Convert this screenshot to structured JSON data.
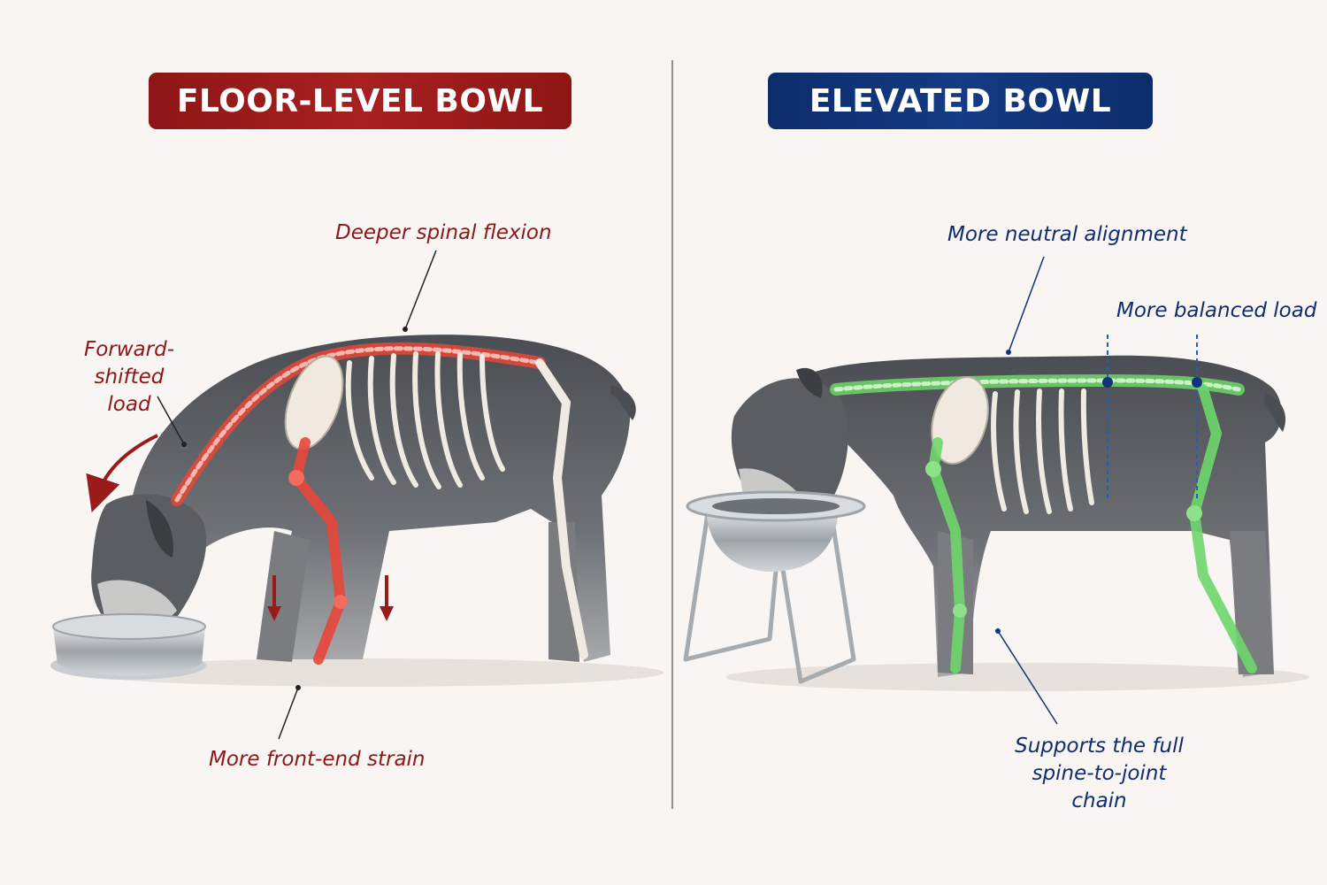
{
  "left_panel": {
    "title": "FLOOR-LEVEL BOWL",
    "accent": "#9a1b1b",
    "highlight": "#e8463a",
    "callouts": {
      "spinal": "Deeper spinal flexion",
      "load_line1": "Forward-shifted",
      "load_line2": "load",
      "strain": "More front-end strain"
    }
  },
  "right_panel": {
    "title": "ELEVATED BOWL",
    "accent": "#12337a",
    "highlight": "#6ed66a",
    "callouts": {
      "alignment": "More neutral alignment",
      "balanced": "More balanced load",
      "support_line1": "Supports the full",
      "support_line2": "spine-to-joint chain"
    }
  },
  "icons": [
    "dog-illustration",
    "skeleton-overlay",
    "food-bowl",
    "bowl-stand",
    "down-arrow",
    "curved-arrow"
  ]
}
